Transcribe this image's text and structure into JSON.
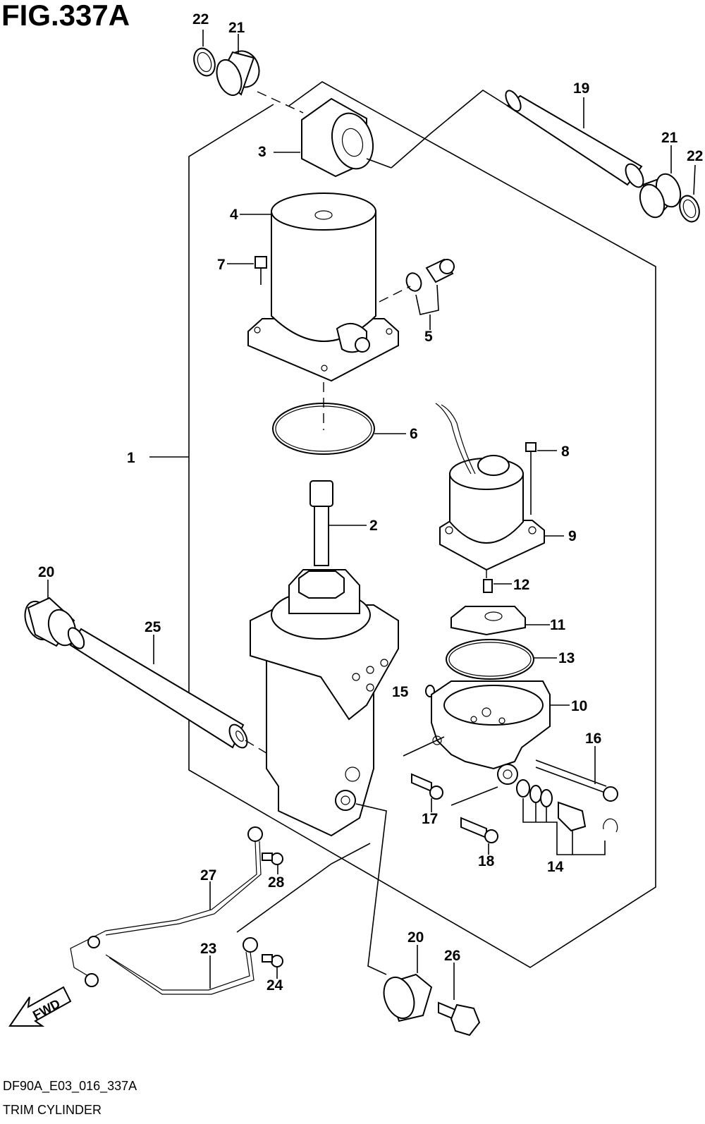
{
  "figure": {
    "title": "FIG.337A",
    "code": "DF90A_E03_016_337A",
    "name": "TRIM CYLINDER"
  },
  "direction_marker": {
    "label": "FWD",
    "icon": "fwd-arrow-icon"
  },
  "callouts": [
    "1",
    "2",
    "3",
    "4",
    "5",
    "6",
    "7",
    "8",
    "9",
    "10",
    "11",
    "12",
    "13",
    "14",
    "15",
    "16",
    "17",
    "18",
    "19",
    "20",
    "21",
    "22",
    "23",
    "24",
    "25",
    "26",
    "27",
    "28"
  ],
  "callout_20b": "20",
  "callout_21b": "21",
  "callout_22b": "22"
}
